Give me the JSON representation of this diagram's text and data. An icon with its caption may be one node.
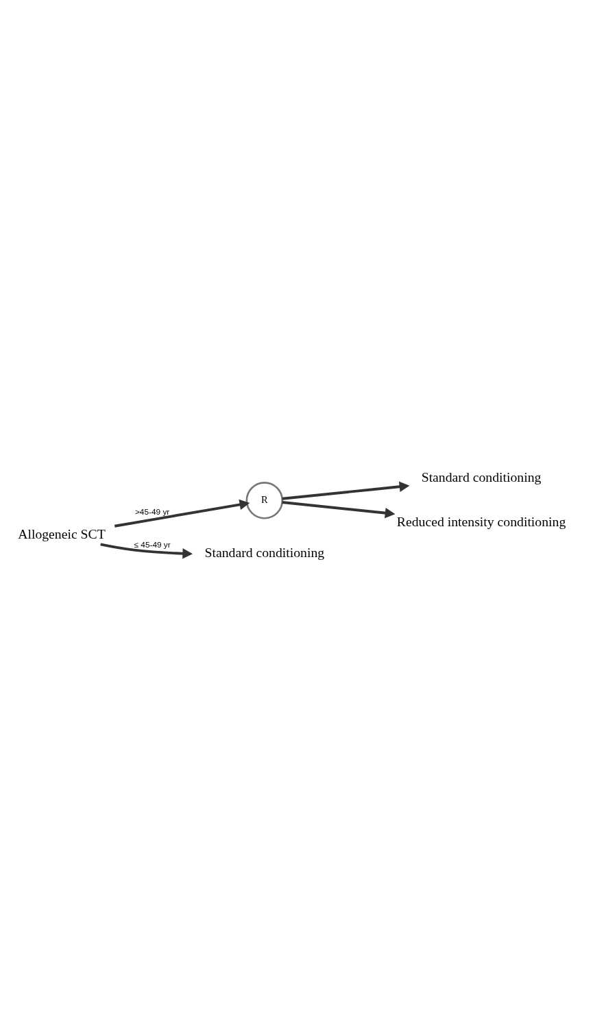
{
  "diagram": {
    "nodes": [
      {
        "text": [
          "Allogeneic SCT"
        ]
      },
      {
        "text": [
          "R"
        ]
      },
      {
        "text": [
          "Standard conditioning"
        ]
      },
      {
        "text": [
          "Reduced intensity conditioning"
        ]
      },
      {
        "text": [
          "Standard conditioning"
        ]
      }
    ],
    "edges": [
      {
        "from": 0,
        "to": 1,
        "arrow": "to",
        "label": ">45-49 yr"
      },
      {
        "from": 0,
        "to": 4,
        "arrow": "to",
        "label": "≤ 45-49 yr"
      },
      {
        "from": 1,
        "to": 2,
        "arrow": "to"
      },
      {
        "from": 1,
        "to": 3,
        "arrow": "to"
      }
    ]
  }
}
